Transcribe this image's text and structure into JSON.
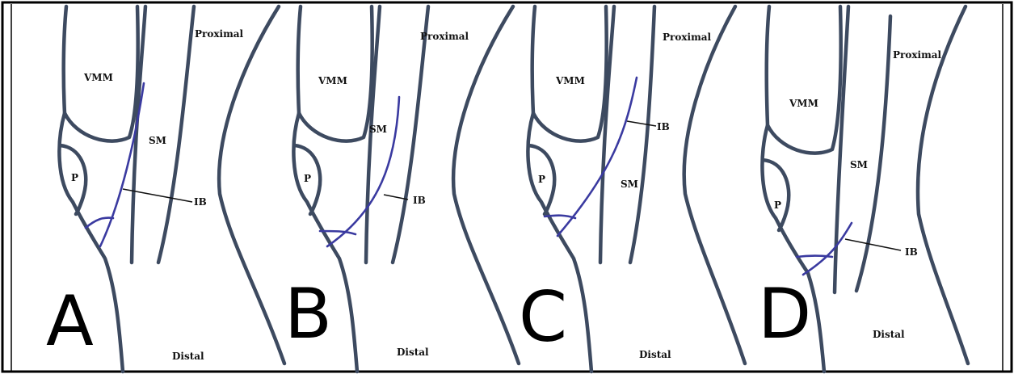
{
  "panels": [
    {
      "letter": "A",
      "vmm": "VMM",
      "sm": "SM",
      "p": "P",
      "ib": "IB",
      "proximal": "Proximal",
      "distal": "Distal"
    },
    {
      "letter": "B",
      "vmm": "VMM",
      "sm": "SM",
      "p": "P",
      "ib": "IB",
      "proximal": "Proximal",
      "distal": "Distal"
    },
    {
      "letter": "C",
      "vmm": "VMM",
      "sm": "SM",
      "p": "P",
      "ib": "IB",
      "proximal": "Proximal",
      "distal": "Distal"
    },
    {
      "letter": "D",
      "vmm": "VMM",
      "sm": "SM",
      "p": "P",
      "ib": "IB",
      "proximal": "Proximal",
      "distal": "Distal"
    }
  ],
  "colors": {
    "anatomy": "#3d4a60",
    "nerve": "#3a3aa0",
    "frame": "#000000"
  }
}
